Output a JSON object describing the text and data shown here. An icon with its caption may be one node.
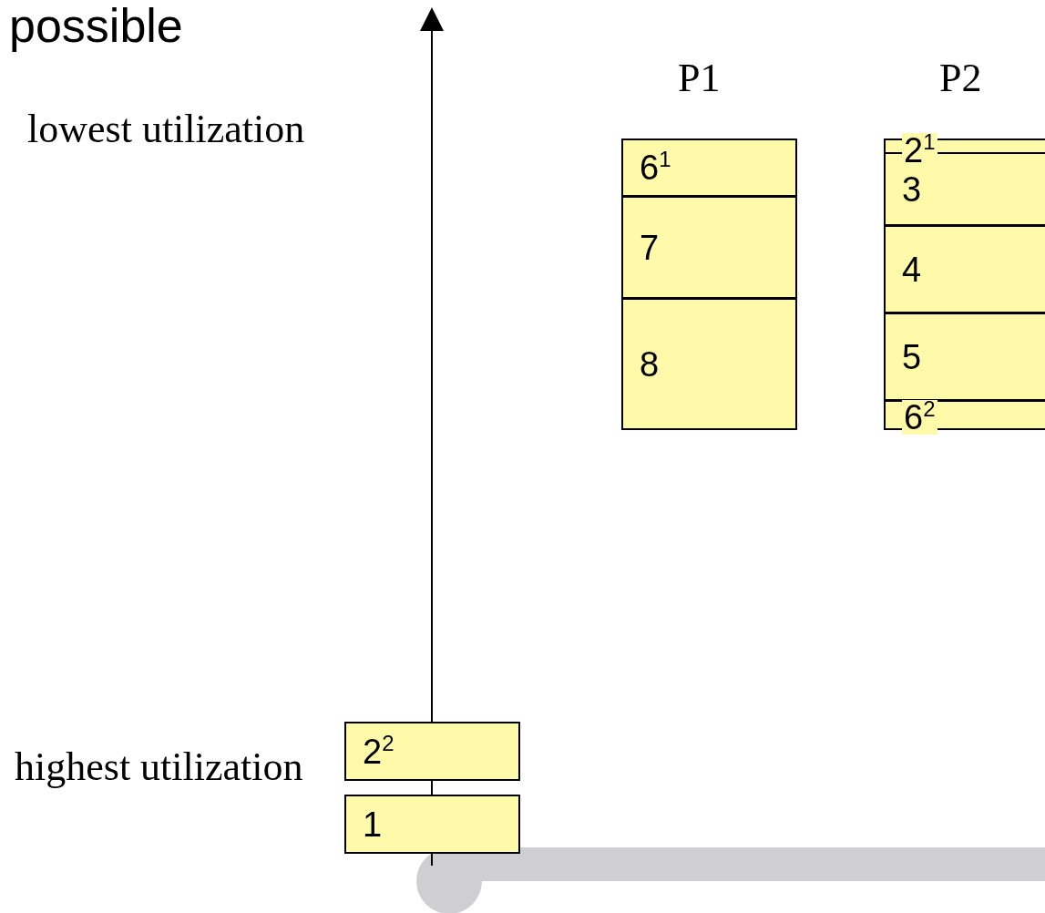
{
  "diagram": {
    "nodes": [
      {
        "text": [
          "6$^{1}$"
        ]
      },
      {
        "text": [
          "7"
        ]
      },
      {
        "text": [
          "8"
        ]
      },
      {
        "text": [
          "2$^{1}$"
        ]
      },
      {
        "text": [
          "3"
        ]
      },
      {
        "text": [
          "4"
        ]
      },
      {
        "text": [
          "5"
        ]
      },
      {
        "text": [
          "6$^{2}$"
        ]
      },
      {
        "text": [
          "2$^{2}$"
        ]
      },
      {
        "text": [
          "1"
        ]
      }
    ],
    "edges": [],
    "labels": [
      "possible",
      "P1",
      "P2",
      "lowest utilization",
      "highest utilization"
    ]
  }
}
